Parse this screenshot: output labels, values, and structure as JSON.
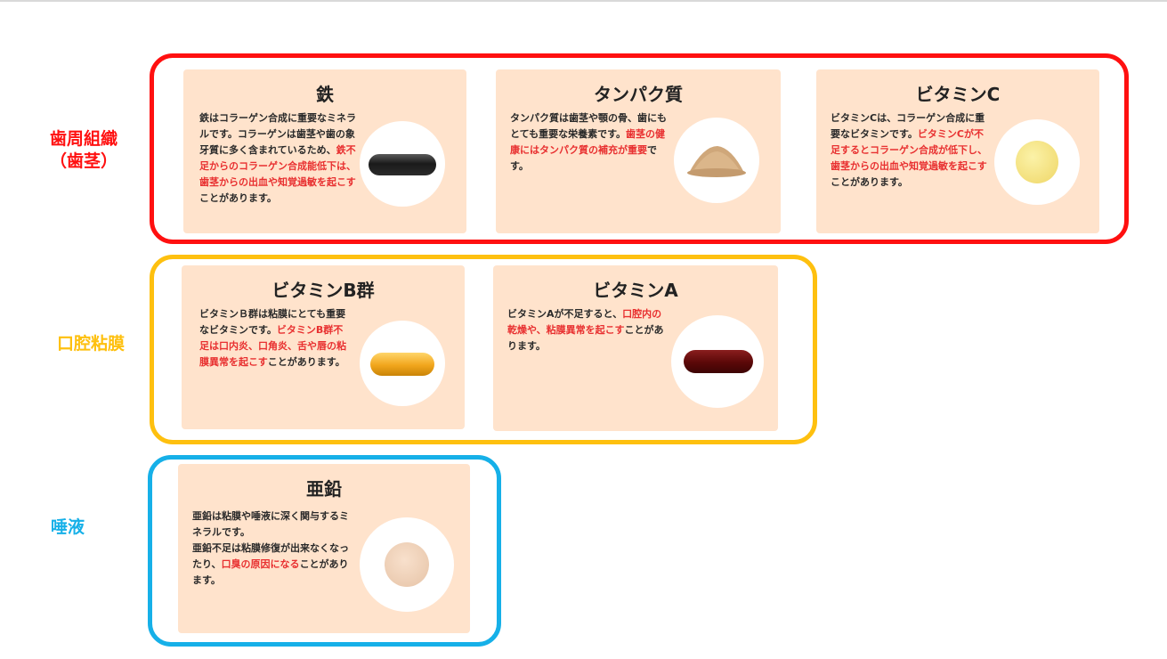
{
  "groups": {
    "gum": {
      "label": "歯周組織\n（歯茎）",
      "color": "#ff1010"
    },
    "mucosa": {
      "label": "口腔粘膜",
      "color": "#fec00f"
    },
    "saliva": {
      "label": "唾液",
      "color": "#16b0e8"
    }
  },
  "cards": {
    "iron": {
      "title": "鉄",
      "text": [
        {
          "t": "鉄はコラーゲン合成に重要なミネラルです。コラーゲンは歯茎や歯の象牙質に多く含まれているため、"
        },
        {
          "t": "鉄不足からのコラーゲン合成能低下は、歯茎からの出血や知覚過敏を起こす",
          "hl": true
        },
        {
          "t": "ことがあります。"
        }
      ],
      "icon": "black-capsule-icon"
    },
    "protein": {
      "title": "タンパク質",
      "text": [
        {
          "t": "タンパク質は歯茎や顎の骨、歯にもとても重要な栄養素です。"
        },
        {
          "t": "歯茎の健康にはタンパク質の補充が重要",
          "hl": true
        },
        {
          "t": "です。"
        }
      ],
      "icon": "protein-powder-icon"
    },
    "vitc": {
      "title": "ビタミンC",
      "text": [
        {
          "t": "ビタミンCは、コラーゲン合成に重要なビタミンです。"
        },
        {
          "t": "ビタミンCが不足するとコラーゲン合成が低下し、歯茎からの出血や知覚過敏を起こす",
          "hl": true
        },
        {
          "t": "ことがあります。"
        }
      ],
      "icon": "yellow-tablet-icon"
    },
    "vitb": {
      "title": "ビタミンB群",
      "text": [
        {
          "t": "ビタミンＢ群は粘膜にとても重要なビタミンです。"
        },
        {
          "t": "ビタミンB群不足は口内炎、口角炎、舌や唇の粘膜異常を起こす",
          "hl": true
        },
        {
          "t": "ことがあります。"
        }
      ],
      "icon": "orange-capsule-icon"
    },
    "vita": {
      "title": "ビタミンA",
      "text": [
        {
          "t": "ビタミンAが不足すると、"
        },
        {
          "t": "口腔内の乾燥や、粘膜異常を起こす",
          "hl": true
        },
        {
          "t": "ことがあります。"
        }
      ],
      "icon": "maroon-softgel-icon"
    },
    "zinc": {
      "title": "亜鉛",
      "text": [
        {
          "t": "亜鉛は粘膜や唾液に深く関与するミネラルです。\n亜鉛不足は粘膜修復が出来なくなったり、"
        },
        {
          "t": "口臭の原因になる",
          "hl": true
        },
        {
          "t": "ことがあります。"
        }
      ],
      "icon": "zinc-tablet-icon"
    }
  }
}
